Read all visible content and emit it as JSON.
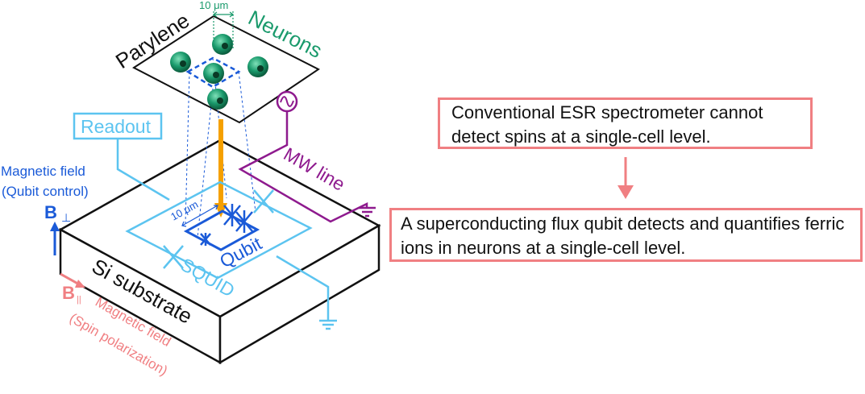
{
  "labels": {
    "parylene": "Parylene",
    "neurons": "Neurons",
    "scale_top": "10 μm",
    "scale_qubit": "10 μm",
    "readout": "Readout",
    "mw_line": "MW line",
    "qubit": "Qubit",
    "squid": "SQUID",
    "substrate": "Si substrate",
    "magnetic_field_control": [
      "Magnetic field",
      "(Qubit control)"
    ],
    "b_perp_symbol": "B",
    "b_perp_sub": "⊥",
    "b_par_symbol": "B",
    "b_par_sub": "||",
    "magnetic_field_spin": [
      "Magnetic field",
      "(Spin polarization)"
    ]
  },
  "statements": {
    "conventional": "Conventional ESR spectrometer cannot detect spins at a single-cell level.",
    "qubit": "A superconducting flux qubit detects and quantifies ferric ions in neurons at a single-cell level."
  },
  "colors": {
    "black": "#111111",
    "neuron_green": "#1a9a6c",
    "light_blue": "#5cc4f0",
    "dark_blue": "#1a5ad8",
    "purple": "#8e1a8e",
    "orange": "#f5a000",
    "salmon": "#f07f82"
  },
  "icons": [
    "ac-source-icon",
    "ground-icon",
    "josephson-junction-icon"
  ]
}
